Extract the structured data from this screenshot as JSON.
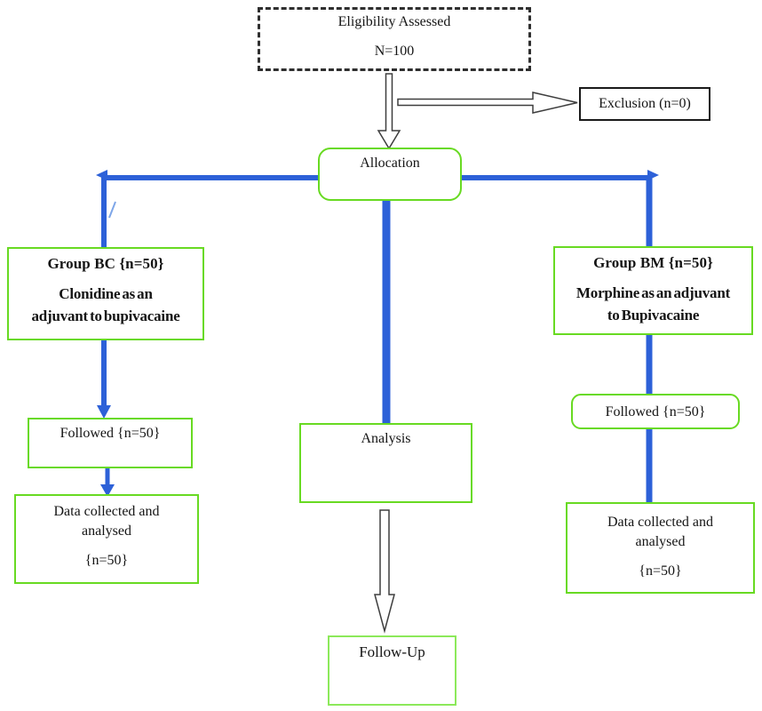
{
  "colors": {
    "green_border": "#68da22",
    "green_border_bright": "#8ce95a",
    "blue_line": "#2d61d8",
    "blue_line_light": "#7ea6e8",
    "arrow_outline": "#3e3e3e",
    "text_color": "#141414"
  },
  "boxes": {
    "eligibility": {
      "line1": "Eligibility Assessed",
      "line2": "N=100"
    },
    "exclusion": {
      "label": "Exclusion (n=0)"
    },
    "allocation": {
      "label": "Allocation"
    },
    "group_bc": {
      "title": "Group BC {n=50}",
      "sub1": "Clonidine as an",
      "sub2": "adjuvant to bupivacaine"
    },
    "group_bm": {
      "title": "Group BM {n=50}",
      "sub1": "Morphine as an adjuvant",
      "sub2": "to Bupivacaine"
    },
    "followed_left": {
      "label": "Followed {n=50}"
    },
    "followed_right": {
      "label": "Followed {n=50}"
    },
    "data_left": {
      "line1": "Data collected and",
      "line2": "analysed",
      "line3": "{n=50}"
    },
    "data_right": {
      "line1": "Data collected and",
      "line2": "analysed",
      "line3": "{n=50}"
    },
    "analysis": {
      "label": "Analysis"
    },
    "followup": {
      "label": "Follow-Up"
    }
  }
}
